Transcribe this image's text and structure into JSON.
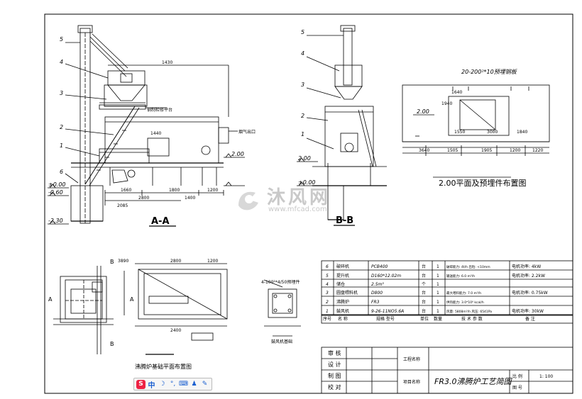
{
  "section_aa": {
    "title": "A-A",
    "callouts": [
      "5",
      "4",
      "3",
      "2",
      "1",
      "6"
    ],
    "labels": {
      "platform": "钢制检修平台",
      "outlet": "烟气出口",
      "lvl_000": "±0.00",
      "lvl_m060": "-0.60",
      "lvl_m230": "-2.30",
      "lvl_200": "2.00"
    },
    "dims": [
      "1430",
      "1440",
      "1660",
      "1800",
      "1200",
      "2800",
      "1400",
      "2085"
    ]
  },
  "section_bb": {
    "title": "B-B",
    "callouts": [
      "5",
      "4",
      "3",
      "2",
      "1"
    ],
    "labels": {
      "lvl_200": "2.00",
      "lvl_000": "±0.00"
    }
  },
  "plan_200": {
    "title": "2.00平面及预埋件布置图",
    "note": "20-200²*10预埋钢板",
    "dims": [
      "1640",
      "1940",
      "1550",
      "3000",
      "1840",
      "3640",
      "1505",
      "1905",
      "1200",
      "1220"
    ],
    "level": "2.00"
  },
  "plan_furnace": {
    "title": "沸腾炉基础平面布置图",
    "markers": [
      "A",
      "B",
      "B",
      "A"
    ],
    "dims": [
      "3890",
      "2800",
      "1200",
      "2400"
    ]
  },
  "detail_small": {
    "note": "4-100²*4/50预埋件",
    "title": "鼓风机基础"
  },
  "parts_table": {
    "header": [
      "序号",
      "名   称",
      "规格 型号",
      "单位",
      "数量",
      "技 术 参 数",
      "备    注"
    ],
    "rows": [
      {
        "no": "6",
        "name": "破碎机",
        "spec": "PCB400",
        "unit": "台",
        "qty": "1",
        "param": "破碎能力: 4t/h  出粒: <10mm",
        "note": "电机功率: 4kW"
      },
      {
        "no": "5",
        "name": "提升机",
        "spec": "D160*12.02m",
        "unit": "台",
        "qty": "1",
        "param": "输送能力: 6.0 m³/h",
        "note": "电机功率: 2.2kW"
      },
      {
        "no": "4",
        "name": "储仓",
        "spec": "2.5m³",
        "unit": "个",
        "qty": "1",
        "param": "",
        "note": ""
      },
      {
        "no": "3",
        "name": "圆盘喂料机",
        "spec": "D800",
        "unit": "台",
        "qty": "1",
        "param": "最大喂料能力: 7.0 m³/h",
        "note": "电机功率: 0.75kW"
      },
      {
        "no": "2",
        "name": "沸腾炉",
        "spec": "FR3",
        "unit": "台",
        "qty": "1",
        "param": "供热能力: 3.0*10⁶ kcal/h",
        "note": ""
      },
      {
        "no": "1",
        "name": "鼓风机",
        "spec": "9-26-11NO5.6A",
        "unit": "台",
        "qty": "1",
        "param": "风量: 5808m³/h  风压: 6541Pa",
        "note": "电机功率: 30kW"
      }
    ]
  },
  "title_block": {
    "roles": [
      "审 核",
      "设 计",
      "制 图",
      "校 对"
    ],
    "project_label": "工程名称",
    "item_label": "项目名称",
    "drawing_name": "FR3.0沸腾炉工艺简图",
    "scale_label": "比 例",
    "scale_value": "1: 100",
    "sheet_label": "图 号"
  },
  "watermark": {
    "text": "沐风网",
    "url": "www.mfcad.com"
  },
  "ime": {
    "s": "S",
    "zh": "中",
    "moon": "☽",
    "punct": "°,",
    "kb": "⌨",
    "user": "♟",
    "tool": "✎"
  }
}
